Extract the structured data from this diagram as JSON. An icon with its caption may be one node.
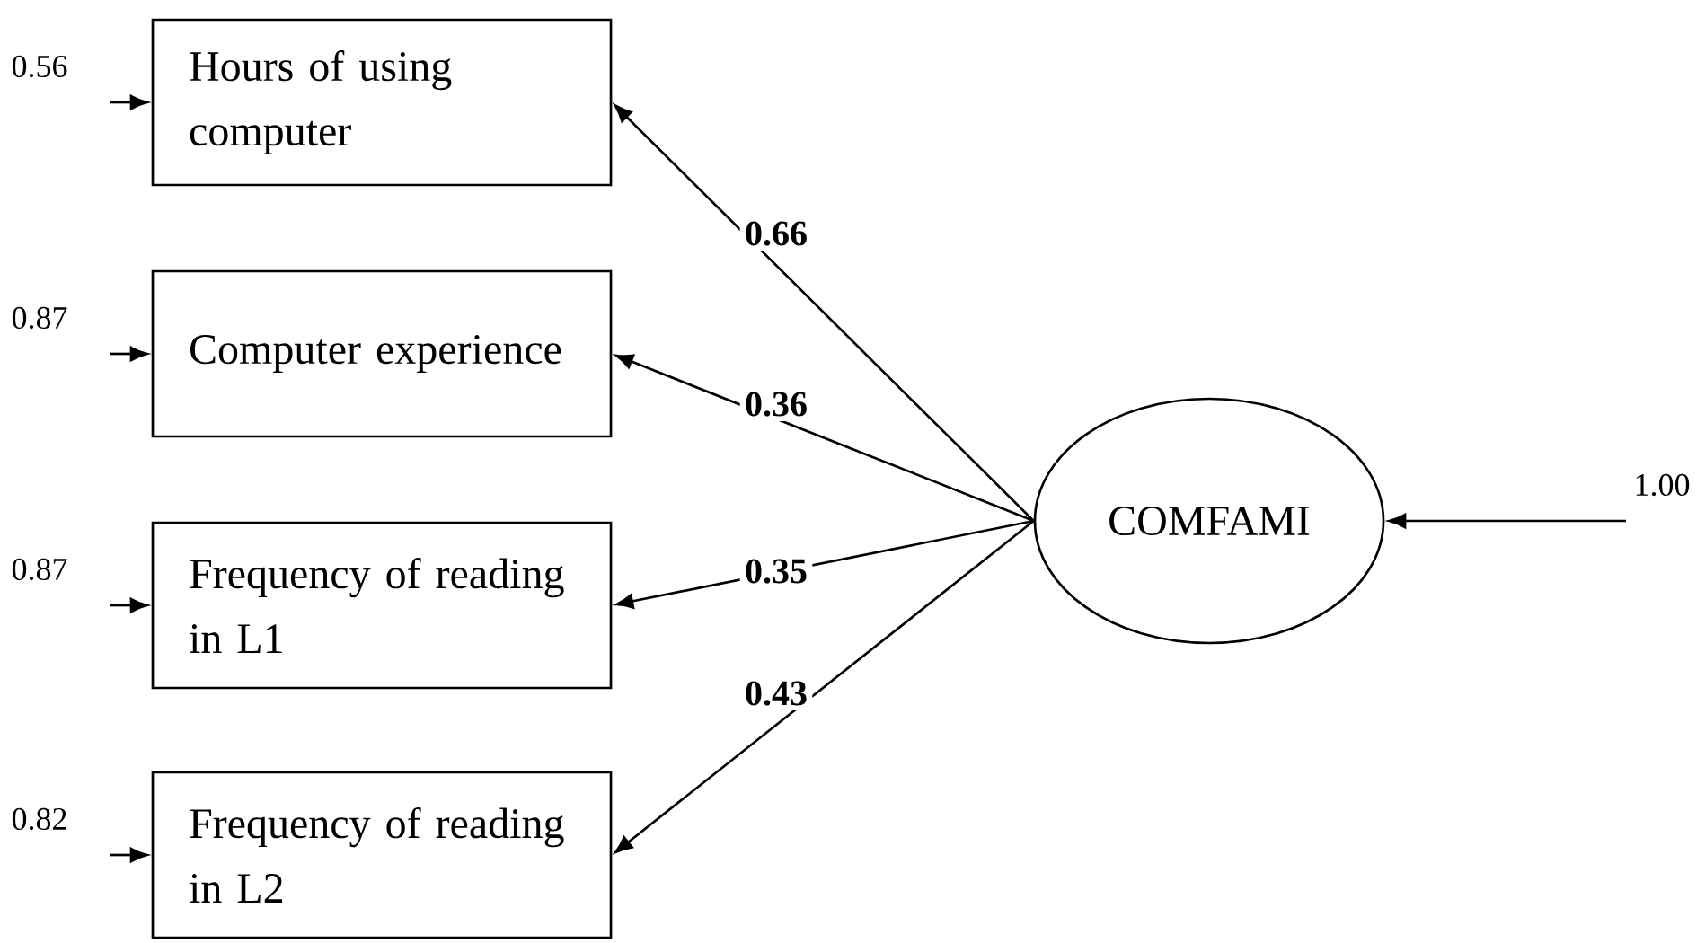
{
  "diagram": {
    "nodes": [
      {
        "text": [
          "Hours of using computer"
        ]
      },
      {
        "text": [
          "Computer experience"
        ]
      },
      {
        "text": [
          "Frequency of reading in L1"
        ]
      },
      {
        "text": [
          "Frequency of reading in L2"
        ]
      },
      {
        "text": [
          "COMFAMI"
        ]
      }
    ],
    "edges": [
      {
        "from": 4,
        "to": 0,
        "arrow": "to",
        "label": "0.66"
      },
      {
        "from": 4,
        "to": 1,
        "arrow": "to",
        "label": "0.36"
      },
      {
        "from": 4,
        "to": 2,
        "arrow": "to",
        "label": "0.35"
      },
      {
        "from": 4,
        "to": 3,
        "arrow": "to",
        "label": "0.43"
      },
      {
        "from": null,
        "to": 0,
        "arrow": "to",
        "label": "0.56"
      },
      {
        "from": null,
        "to": 1,
        "arrow": "to",
        "label": "0.87"
      },
      {
        "from": null,
        "to": 2,
        "arrow": "to",
        "label": "0.87"
      },
      {
        "from": null,
        "to": 3,
        "arrow": "to",
        "label": "0.82"
      },
      {
        "from": null,
        "to": 4,
        "arrow": "to",
        "label": "1.00"
      }
    ]
  }
}
